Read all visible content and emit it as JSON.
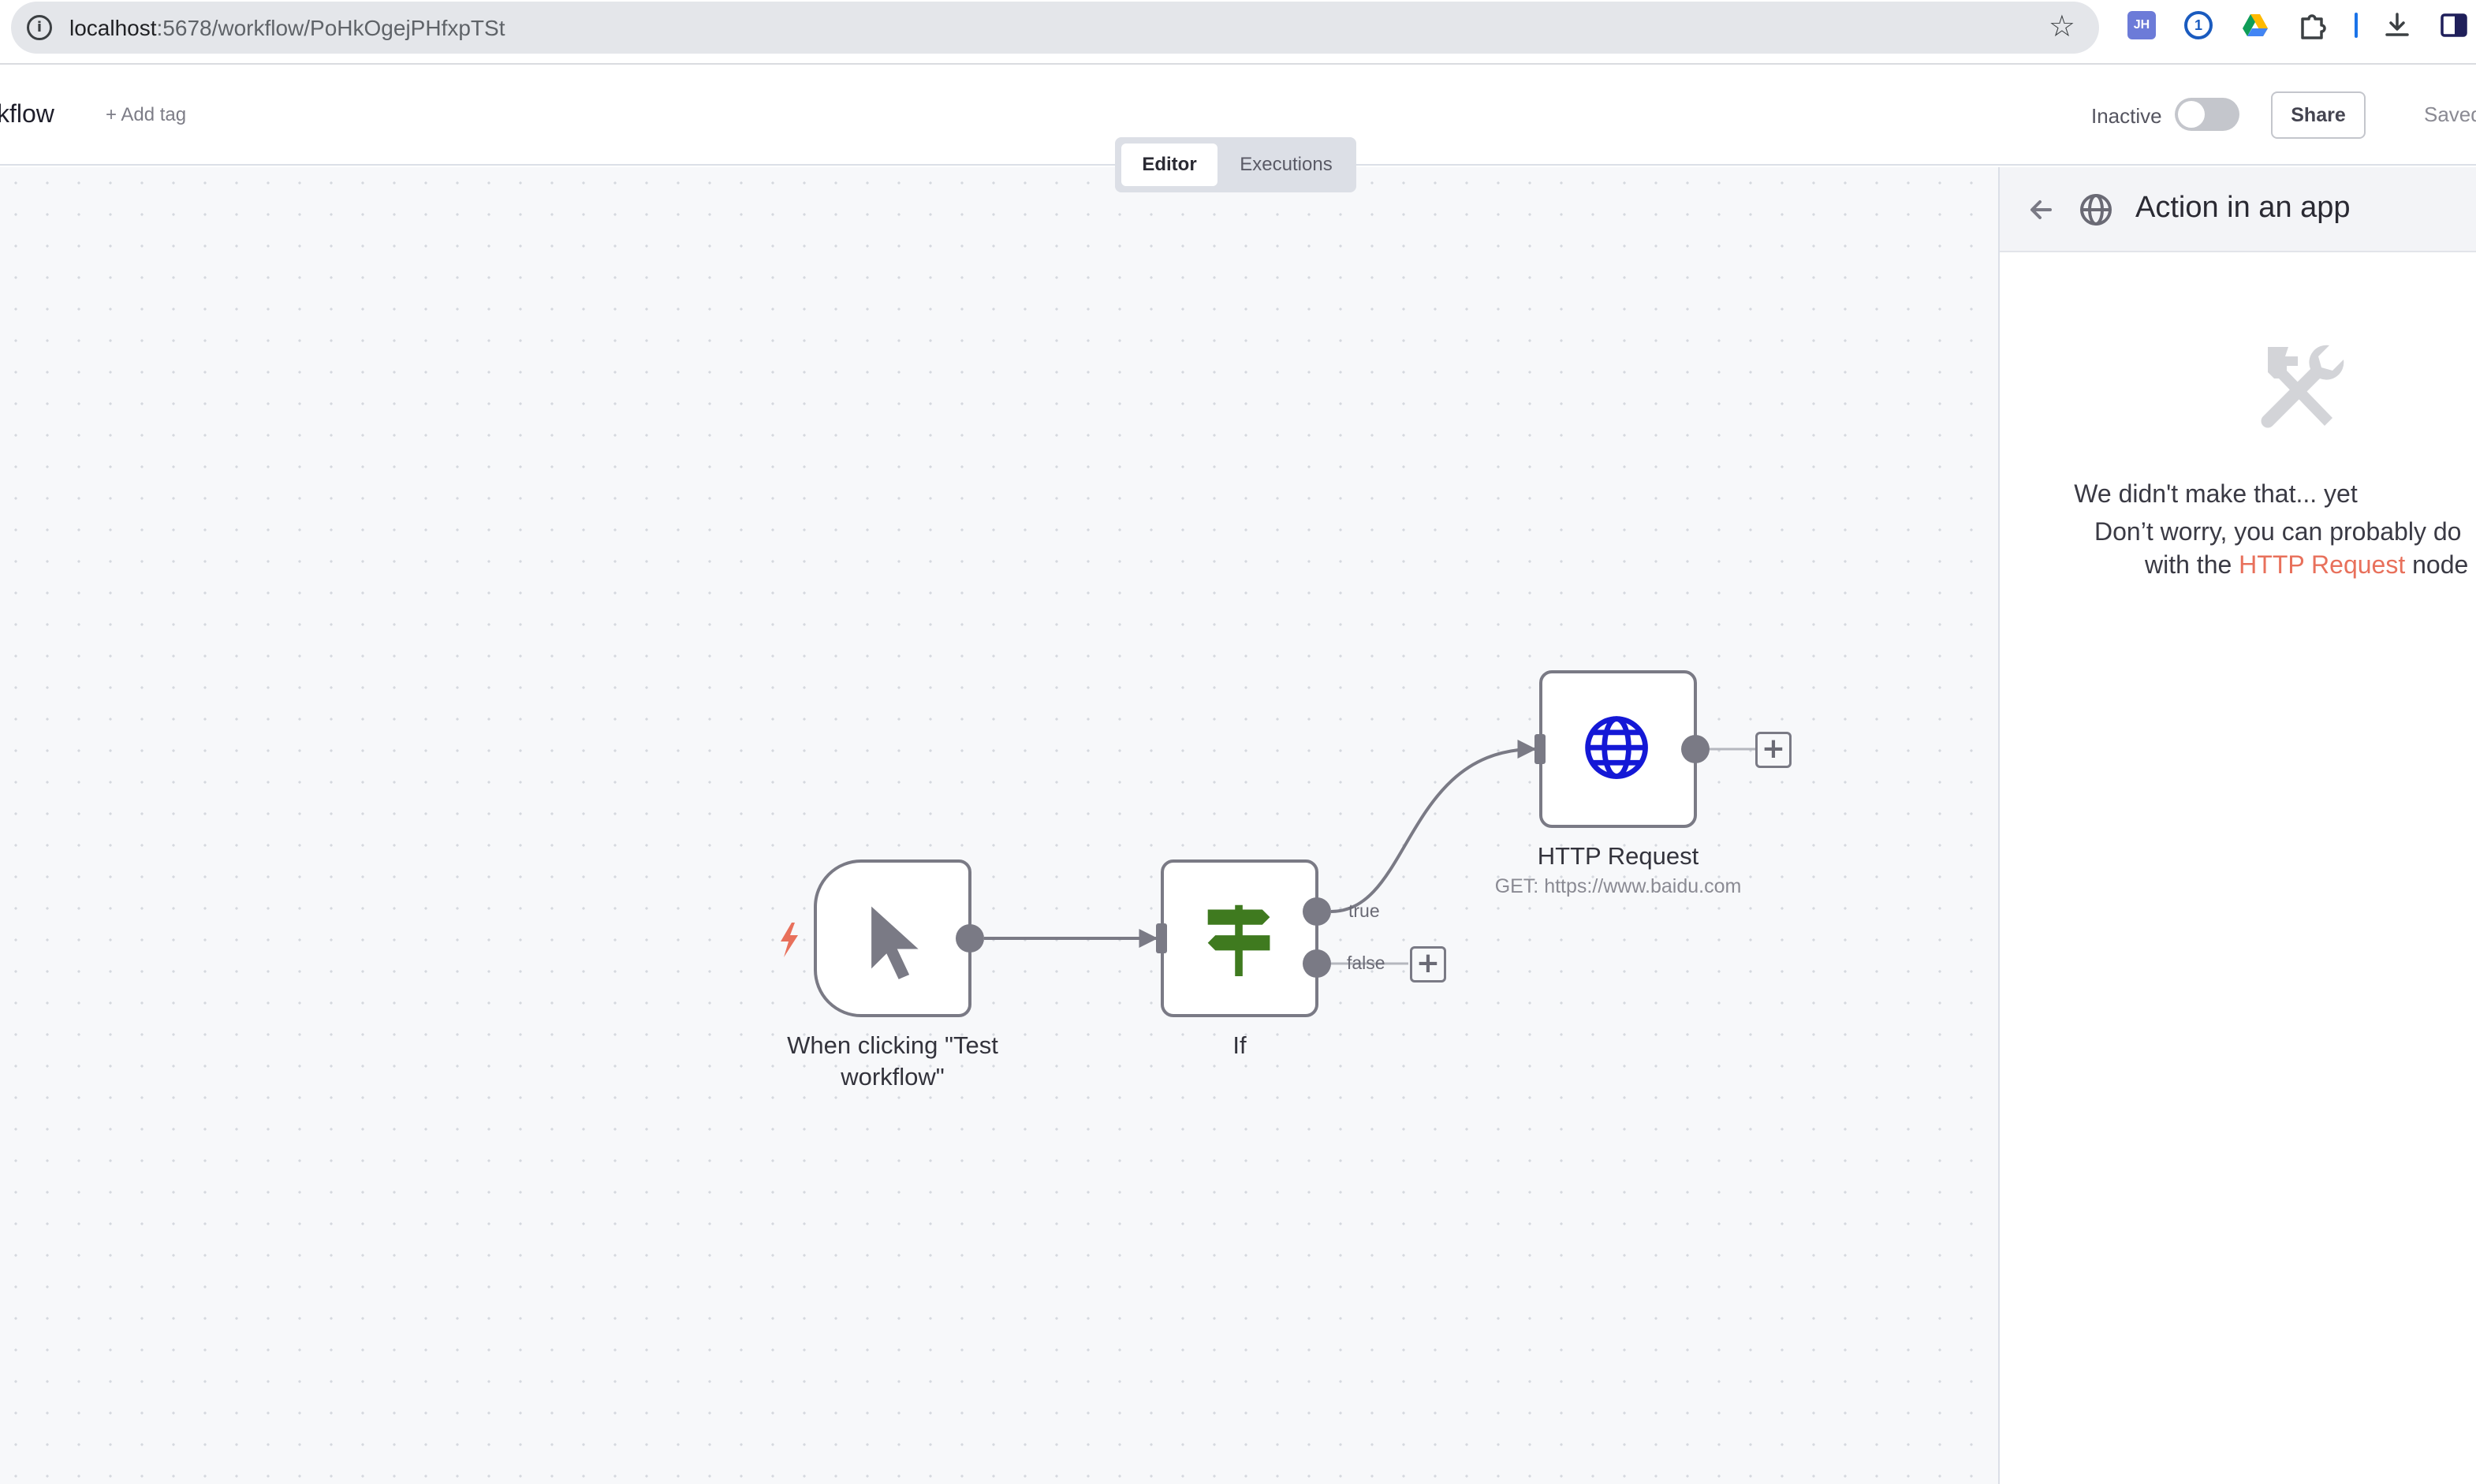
{
  "browser": {
    "url_host": "localhost",
    "url_path": ":5678/workflow/PoHkOgejPHfxpTSt",
    "extensions": [
      "jh-extension-icon",
      "onepassword-icon",
      "google-drive-icon",
      "puzzle-extensions-icon",
      "download-icon",
      "sidebar-toggle-icon"
    ],
    "jh_label": "JH",
    "onepassword_label": "1"
  },
  "header": {
    "workflow_name": "kflow",
    "add_tag": "+ Add tag",
    "status_label": "Inactive",
    "share_label": "Share",
    "saved_label": "Saved"
  },
  "tabs": {
    "editor": "Editor",
    "executions": "Executions",
    "active": "editor"
  },
  "nodes": {
    "trigger": {
      "label": "When clicking \"Test workflow\"",
      "icon": "cursor-arrow-icon"
    },
    "if": {
      "label": "If",
      "icon": "signpost-icon",
      "color": "#3f7a1f",
      "branch_true": "true",
      "branch_false": "false"
    },
    "http": {
      "label": "HTTP Request",
      "subtitle": "GET: https://www.baidu.com",
      "icon": "globe-icon",
      "color": "#1418d6"
    }
  },
  "panel": {
    "title": "Action in an app",
    "empty_title": "We didn't make that... yet",
    "empty_line1": "Don’t worry, you can probably do",
    "empty_line2_prefix": "with the ",
    "empty_link": "HTTP Request",
    "empty_line2_suffix": " node"
  },
  "colors": {
    "accent_link": "#e8705b",
    "trigger_bolt": "#e8705b",
    "canvas_bg": "#f7f8fa"
  }
}
